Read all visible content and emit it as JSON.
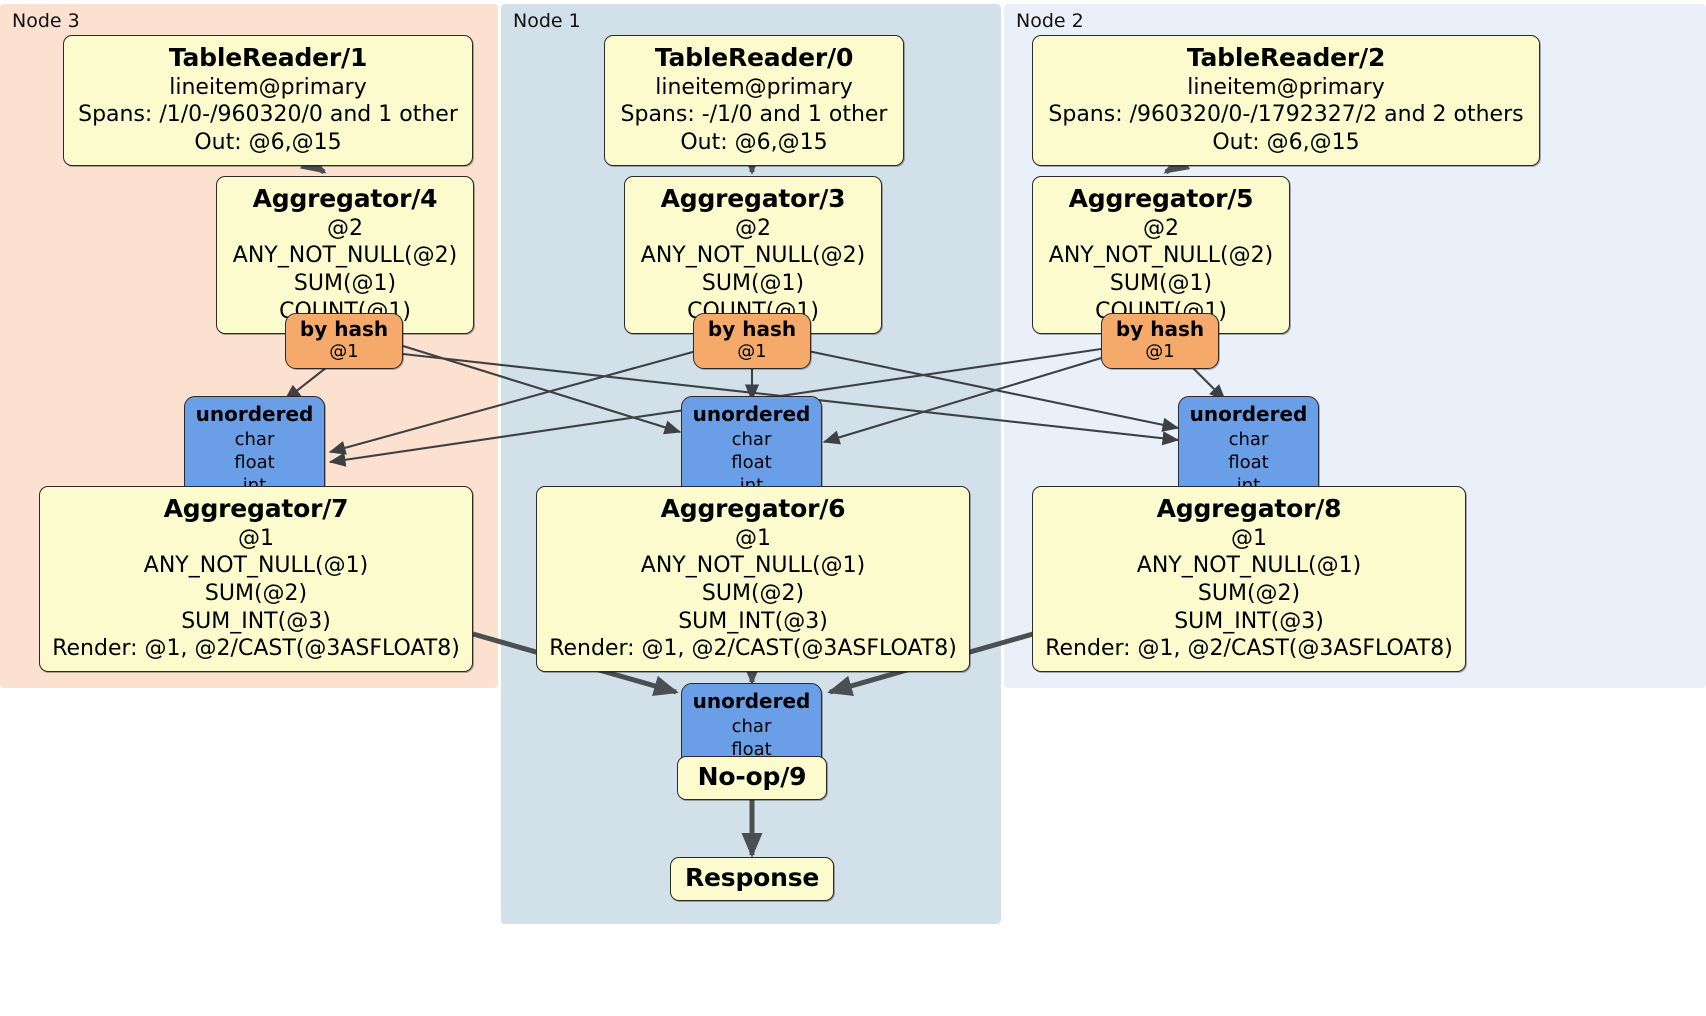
{
  "diagram": {
    "type": "distributed-query-plan",
    "colors": {
      "node3_bg": "#fce0d0",
      "node1_bg": "#d2e0ea",
      "node2_bg": "#eaf0fa",
      "processor_bg": "#fbfbcd",
      "router_bg": "#f5a96a",
      "sync_bg": "#6a9fe8",
      "edge": "#3d4144",
      "border": "#2a2a2a"
    }
  },
  "nodes": [
    {
      "id": "node3",
      "label": "Node 3"
    },
    {
      "id": "node1",
      "label": "Node 1"
    },
    {
      "id": "node2",
      "label": "Node 2"
    }
  ],
  "processors": {
    "table_reader_1": {
      "title": "TableReader/1",
      "lines": [
        "lineitem@primary",
        "Spans: /1/0-/960320/0 and 1 other",
        "Out: @6,@15"
      ]
    },
    "table_reader_0": {
      "title": "TableReader/0",
      "lines": [
        "lineitem@primary",
        "Spans: -/1/0 and 1 other",
        "Out: @6,@15"
      ]
    },
    "table_reader_2": {
      "title": "TableReader/2",
      "lines": [
        "lineitem@primary",
        "Spans: /960320/0-/1792327/2 and 2 others",
        "Out: @6,@15"
      ]
    },
    "aggregator_4": {
      "title": "Aggregator/4",
      "lines": [
        "@2",
        "ANY_NOT_NULL(@2)",
        "SUM(@1)",
        "COUNT(@1)"
      ]
    },
    "aggregator_3": {
      "title": "Aggregator/3",
      "lines": [
        "@2",
        "ANY_NOT_NULL(@2)",
        "SUM(@1)",
        "COUNT(@1)"
      ]
    },
    "aggregator_5": {
      "title": "Aggregator/5",
      "lines": [
        "@2",
        "ANY_NOT_NULL(@2)",
        "SUM(@1)",
        "COUNT(@1)"
      ]
    },
    "aggregator_7": {
      "title": "Aggregator/7",
      "lines": [
        "@1",
        "ANY_NOT_NULL(@1)",
        "SUM(@2)",
        "SUM_INT(@3)",
        "Render: @1, @2/CAST(@3ASFLOAT8)"
      ]
    },
    "aggregator_6": {
      "title": "Aggregator/6",
      "lines": [
        "@1",
        "ANY_NOT_NULL(@1)",
        "SUM(@2)",
        "SUM_INT(@3)",
        "Render: @1, @2/CAST(@3ASFLOAT8)"
      ]
    },
    "aggregator_8": {
      "title": "Aggregator/8",
      "lines": [
        "@1",
        "ANY_NOT_NULL(@1)",
        "SUM(@2)",
        "SUM_INT(@3)",
        "Render: @1, @2/CAST(@3ASFLOAT8)"
      ]
    },
    "noop_9": {
      "title": "No-op/9",
      "lines": []
    },
    "response": {
      "title": "Response",
      "lines": []
    }
  },
  "routers": {
    "by_hash_4": {
      "title": "by hash",
      "sub": "@1"
    },
    "by_hash_3": {
      "title": "by hash",
      "sub": "@1"
    },
    "by_hash_5": {
      "title": "by hash",
      "sub": "@1"
    }
  },
  "synchronizers": {
    "unordered_7": {
      "title": "unordered",
      "types": [
        "char",
        "float",
        "int"
      ]
    },
    "unordered_6": {
      "title": "unordered",
      "types": [
        "char",
        "float",
        "int"
      ]
    },
    "unordered_8": {
      "title": "unordered",
      "types": [
        "char",
        "float",
        "int"
      ]
    },
    "unordered_final": {
      "title": "unordered",
      "types": [
        "char",
        "float"
      ]
    }
  }
}
